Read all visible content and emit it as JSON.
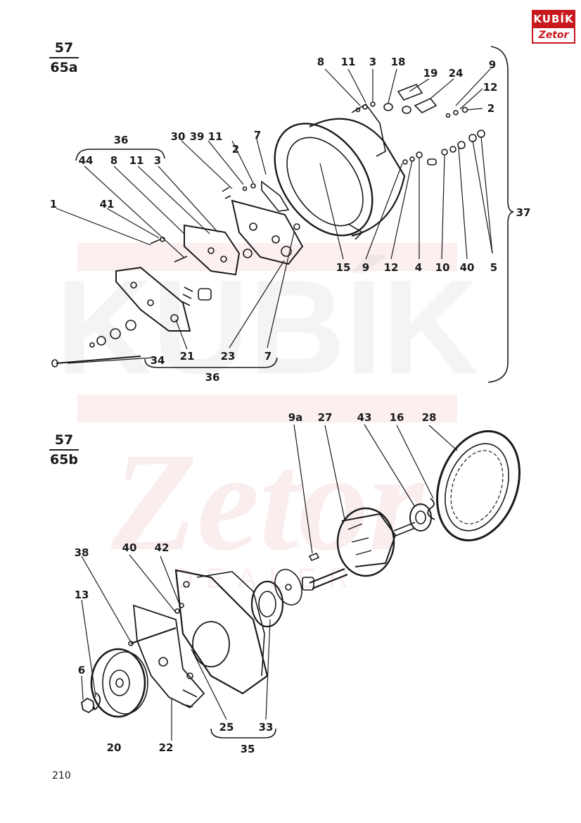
{
  "logo": {
    "brand": "KUBÍK",
    "sub": "Zetor"
  },
  "figures": [
    {
      "num": "57",
      "den": "65a"
    },
    {
      "num": "57",
      "den": "65b"
    }
  ],
  "labels_a": {
    "l8": "8",
    "l11": "11",
    "l3": "3",
    "l18": "18",
    "l19": "19",
    "l24": "24",
    "l9r": "9",
    "l12r": "12",
    "l2r": "2",
    "l36top": "36",
    "l30": "30",
    "l39": "39",
    "l11b": "11",
    "l2b": "2",
    "l7top": "7",
    "l44": "44",
    "l8b": "8",
    "l11c": "11",
    "l3b": "3",
    "l1": "1",
    "l41": "41",
    "l15": "15",
    "l9": "9",
    "l12": "12",
    "l4": "4",
    "l10": "10",
    "l40": "40",
    "l5": "5",
    "l37": "37",
    "l34": "34",
    "l21": "21",
    "l23": "23",
    "l7bot": "7",
    "l36bot": "36"
  },
  "labels_b": {
    "l9a": "9a",
    "l27": "27",
    "l43": "43",
    "l16": "16",
    "l28": "28",
    "l38": "38",
    "l40": "40",
    "l42": "42",
    "l13": "13",
    "l6": "6",
    "l20": "20",
    "l22": "22",
    "l25": "25",
    "l33": "33",
    "l35": "35"
  },
  "watermark": {
    "brand": "KUBÍK",
    "sub": "Zetor",
    "tag": "DEALER"
  },
  "page_number": "210"
}
